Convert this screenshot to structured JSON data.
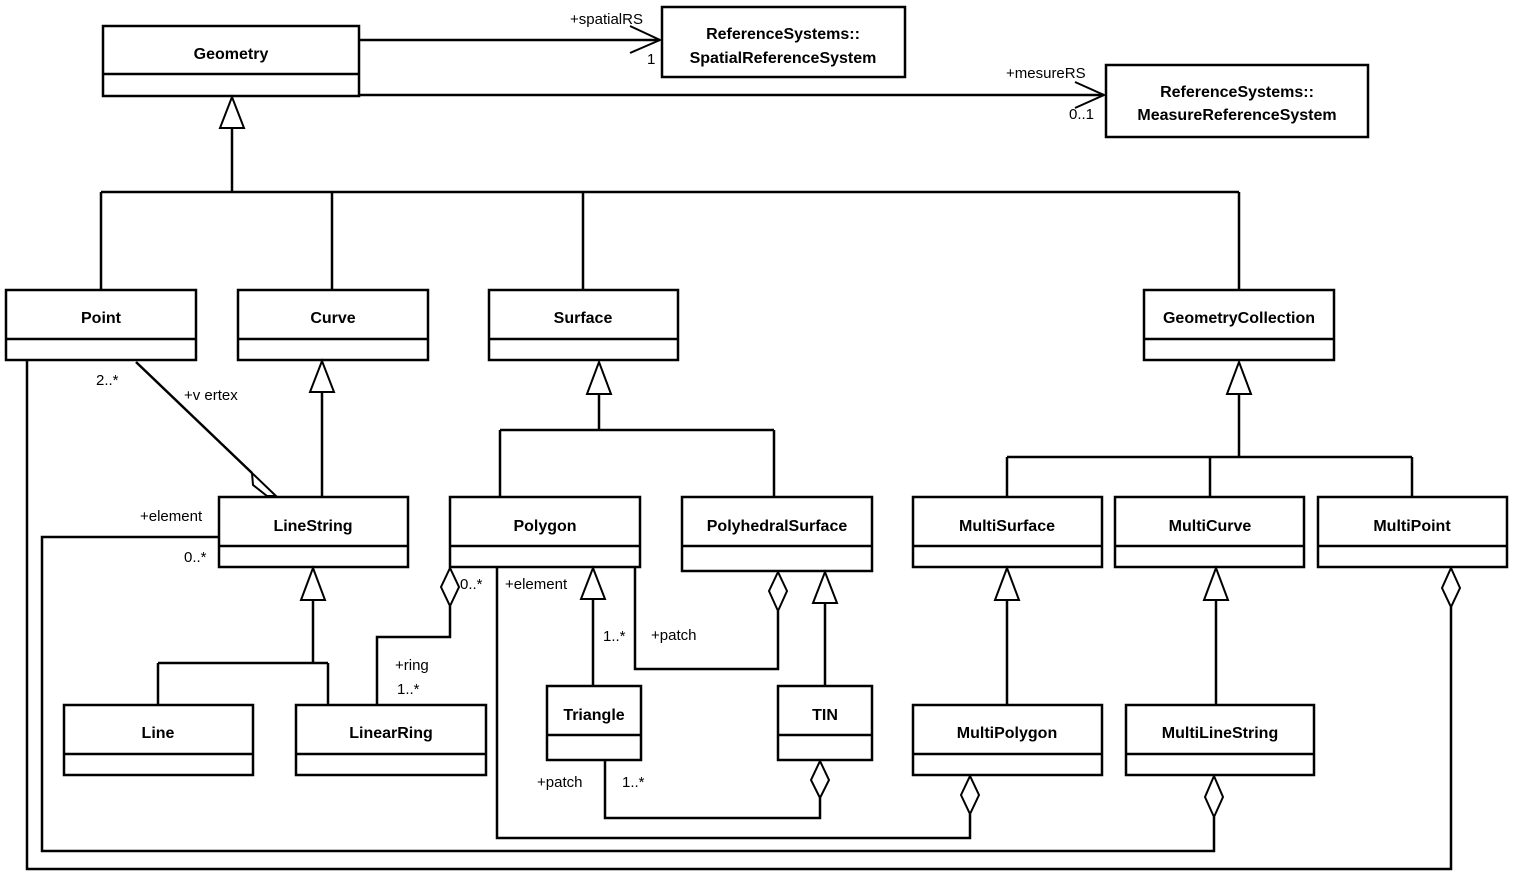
{
  "classes": {
    "geometry": "Geometry",
    "spatial_rs": [
      "ReferenceSystems::",
      "SpatialReferenceSystem"
    ],
    "measure_rs": [
      "ReferenceSystems::",
      "MeasureReferenceSystem"
    ],
    "point": "Point",
    "curve": "Curve",
    "surface": "Surface",
    "geometry_collection": "GeometryCollection",
    "linestring": "LineString",
    "polygon": "Polygon",
    "polyhedral_surface": "PolyhedralSurface",
    "multisurface": "MultiSurface",
    "multicurve": "MultiCurve",
    "multipoint": "MultiPoint",
    "line": "Line",
    "linearring": "LinearRing",
    "triangle": "Triangle",
    "tin": "TIN",
    "multipolygon": "MultiPolygon",
    "multilinestring": "MultiLineString"
  },
  "labels": {
    "spatial_role": "+spatialRS",
    "spatial_mult": "1",
    "measure_role": "+mesureRS",
    "measure_mult": "0..1",
    "vertex_mult": "2..*",
    "vertex_role": "+v ertex",
    "element_role": "+element",
    "element_mult": "0..*",
    "ring_mult_top": "0..*",
    "ring_role": "+ring",
    "ring_mult": "1..*",
    "poly_element_role": "+element",
    "poly_patch_mult": "1..*",
    "poly_patch_role": "+patch",
    "tin_patch_role": "+patch",
    "tin_patch_mult": "1..*"
  }
}
